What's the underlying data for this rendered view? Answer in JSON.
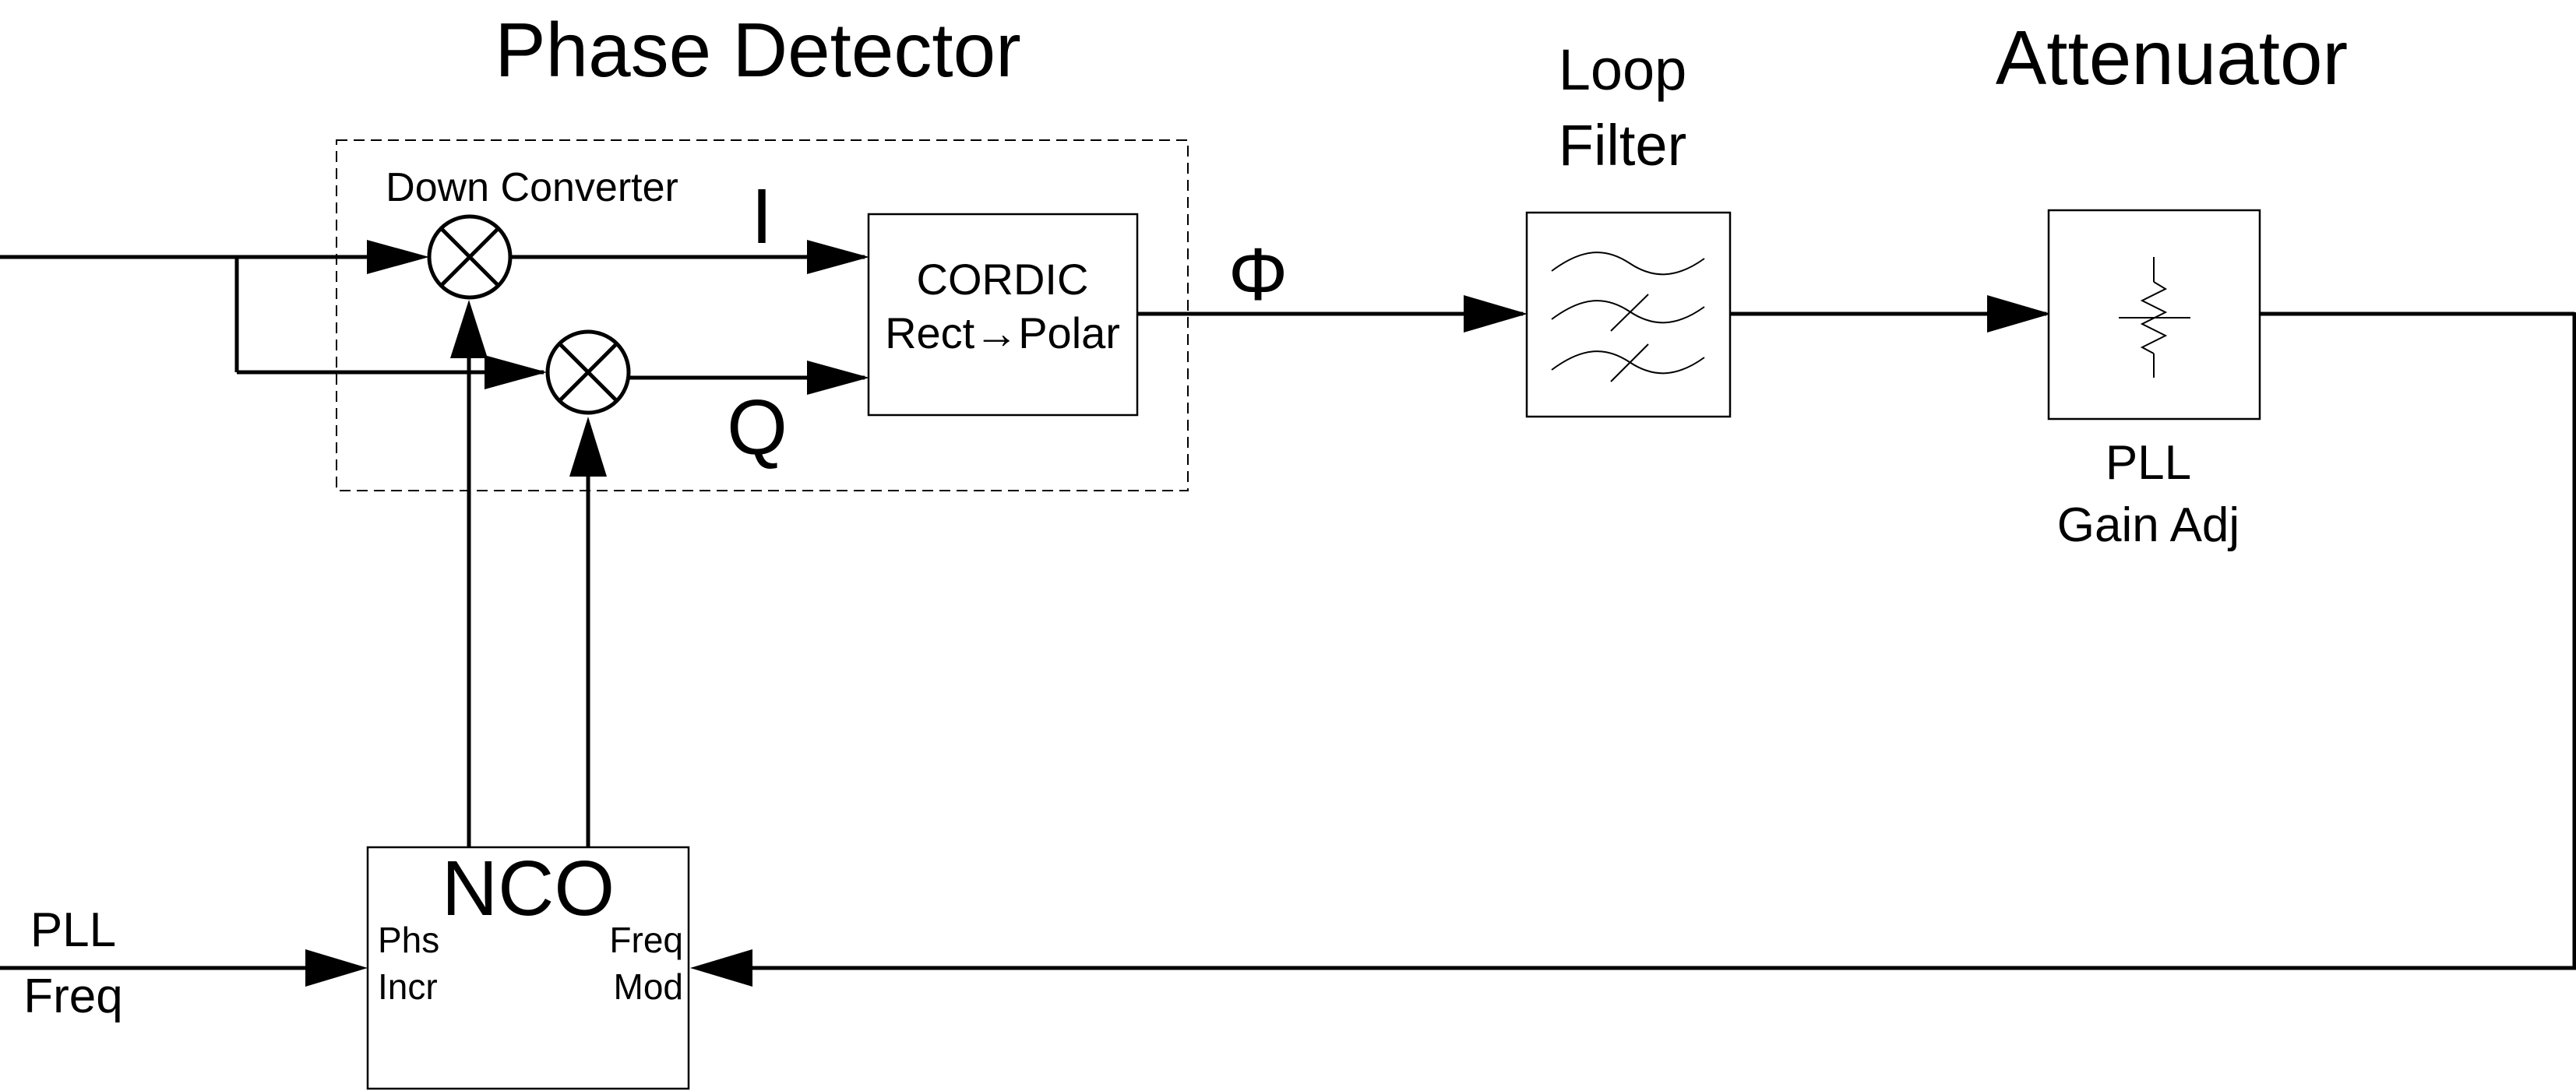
{
  "labels": {
    "phase_detector": "Phase Detector",
    "down_converter": "Down Converter",
    "i": "I",
    "q": "Q",
    "cordic_line1": "CORDIC",
    "cordic_line2": "Rect→Polar",
    "phi": "Φ",
    "loop_filter_line1": "Loop",
    "loop_filter_line2": "Filter",
    "attenuator": "Attenuator",
    "pll_gain_line1": "PLL",
    "pll_gain_line2": "Gain Adj",
    "nco": "NCO",
    "phs": "Phs",
    "incr": "Incr",
    "freq": "Freq",
    "mod": "Mod",
    "pll_freq_line1": "PLL",
    "pll_freq_line2": "Freq"
  }
}
